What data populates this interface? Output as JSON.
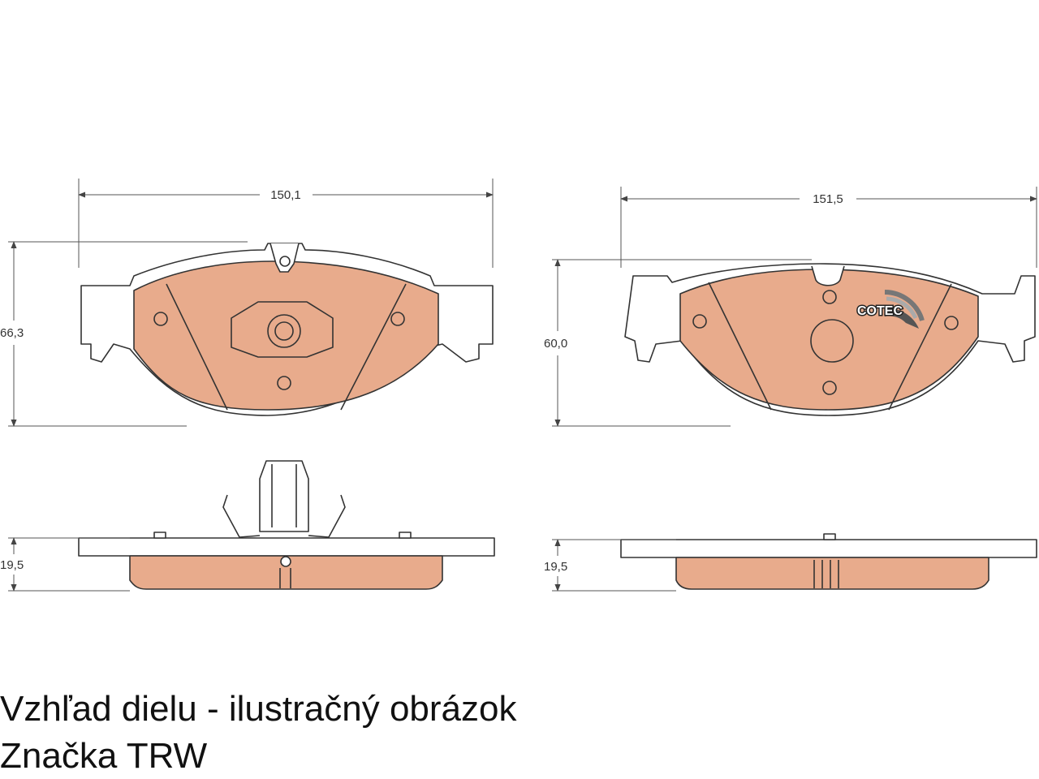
{
  "dimensions": {
    "left_width": "150,1",
    "left_height": "66,3",
    "left_thickness": "19,5",
    "right_width": "151,5",
    "right_height": "60,0",
    "right_thickness": "19,5"
  },
  "logo_text": "COTEC",
  "caption": {
    "line1": "Vzhľad dielu - ilustračný obrázok",
    "line2": "Značka TRW"
  },
  "colors": {
    "pad_fill": "#e8ab8c",
    "outline": "#333333",
    "backplate": "#ffffff",
    "dim_line": "#555555"
  }
}
